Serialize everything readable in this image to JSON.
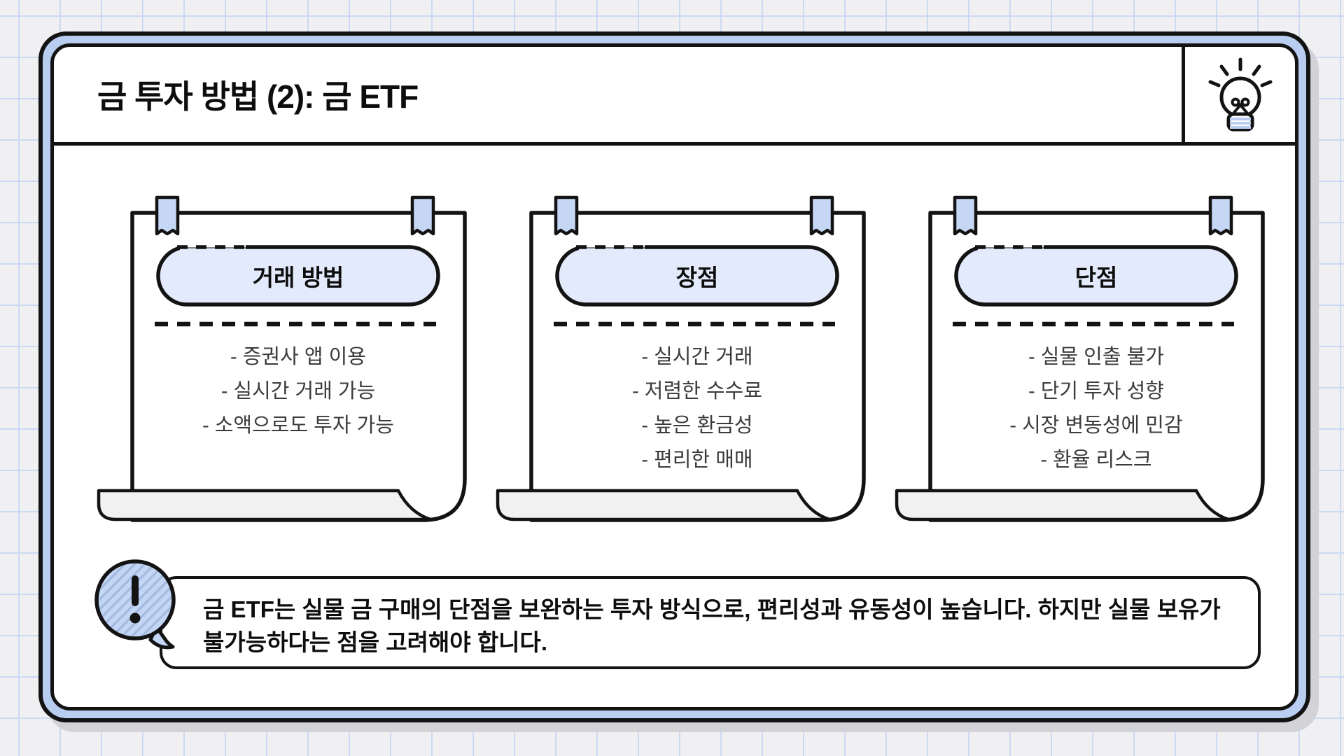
{
  "header": {
    "title": "금 투자 방법 (2): 금 ETF",
    "icon": "lightbulb-icon"
  },
  "cards": [
    {
      "title": "거래 방법",
      "items": [
        "- 증권사 앱 이용",
        "- 실시간 거래 가능",
        "- 소액으로도 투자 가능"
      ]
    },
    {
      "title": "장점",
      "items": [
        "- 실시간 거래",
        "- 저렴한 수수료",
        "- 높은 환금성",
        "- 편리한 매매"
      ]
    },
    {
      "title": "단점",
      "items": [
        "- 실물 인출 불가",
        "- 단기 투자 성향",
        "- 시장 변동성에 민감",
        "- 환율 리스크"
      ]
    }
  ],
  "callout": {
    "icon": "exclamation-icon",
    "text": "금 ETF는 실물 금 구매의 단점을 보완하는 투자 방식으로, 편리성과 유동성이 높습니다. 하지만 실물 보유가 불가능하다는 점을 고려해야 합니다."
  },
  "colors": {
    "accent_blue": "#b9cdf0",
    "pill_fill": "#e2eafb",
    "tape_fill": "#c6d7f5",
    "paper_fold_gray": "#f1f1f2",
    "outline": "#131313"
  }
}
